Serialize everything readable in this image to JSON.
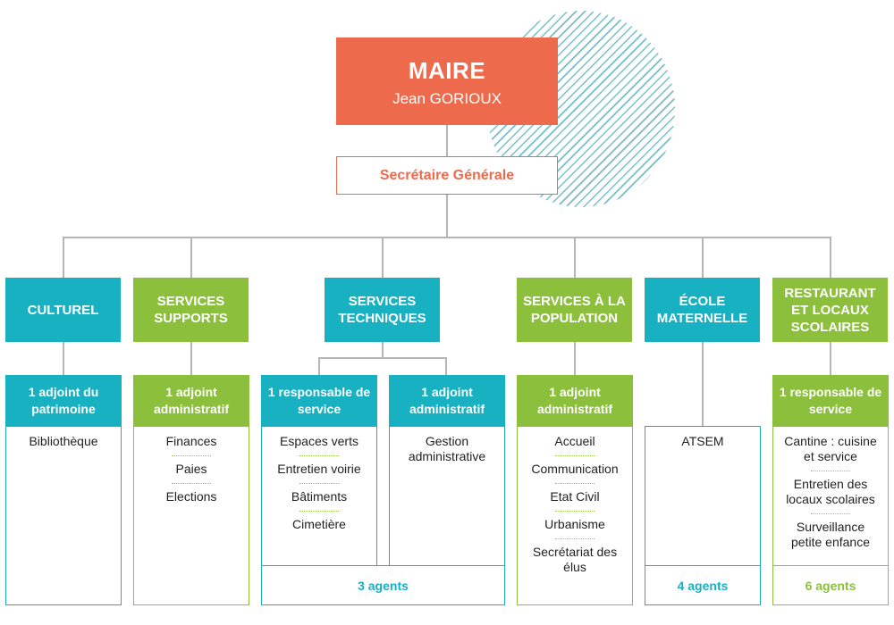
{
  "maire": {
    "title": "MAIRE",
    "name": "Jean GORIOUX"
  },
  "secretaire": "Secrétaire Générale",
  "colors": {
    "orange": "#ee6a4c",
    "teal": "#17b1c2",
    "green": "#8bbf3c",
    "line": "#b5b5b5"
  },
  "departments": {
    "culturel": {
      "label": "CULTUREL",
      "head": "1 adjoint du patrimoine",
      "items": [
        "Bibliothèque"
      ]
    },
    "supports": {
      "label": "SERVICES SUPPORTS",
      "head": "1 adjoint administratif",
      "items": [
        "Finances",
        "Paies",
        "Elections"
      ]
    },
    "techniques": {
      "label": "SERVICES TECHNIQUES",
      "head_left": "1 responsable de service",
      "items_left": [
        "Espaces verts",
        "Entretien voirie",
        "Bâtiments",
        "Cimetière"
      ],
      "head_right": "1 adjoint administratif",
      "items_right": [
        "Gestion administrative"
      ],
      "agents": "3 agents"
    },
    "population": {
      "label": "SERVICES À LA POPULATION",
      "head": "1 adjoint administratif",
      "items": [
        "Accueil",
        "Communication",
        "Etat Civil",
        "Urbanisme",
        "Secrétariat des élus"
      ]
    },
    "ecole": {
      "label": "ÉCOLE MATERNELLE",
      "items": [
        "ATSEM"
      ],
      "agents": "4 agents"
    },
    "restaurant": {
      "label": "RESTAURANT ET LOCAUX SCOLAIRES",
      "head": "1 responsable de service",
      "items": [
        "Cantine : cuisine et service",
        "Entretien des locaux scolaires",
        "Surveillance petite enfance"
      ],
      "agents": "6 agents"
    }
  }
}
